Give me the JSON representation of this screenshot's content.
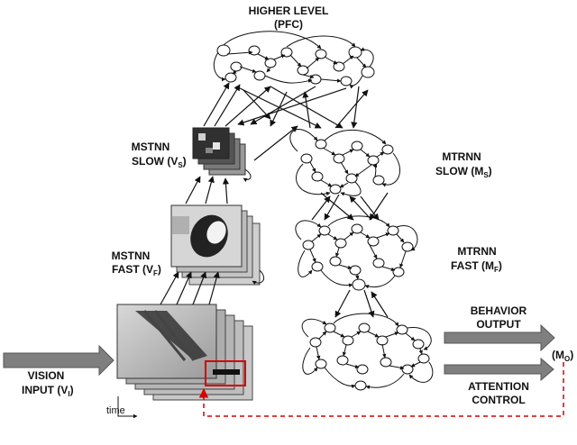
{
  "labels": {
    "higher_level": "HIGHER LEVEL",
    "pfc": "(PFC)",
    "mstnn_slow_1": "MSTNN",
    "mstnn_slow_2": "SLOW (V",
    "mstnn_slow_sub": "S",
    "mstnn_fast_1": "MSTNN",
    "mstnn_fast_2": "FAST (V",
    "mstnn_fast_sub": "F",
    "mtrnn_slow_1": "MTRNN",
    "mtrnn_slow_2": "SLOW (M",
    "mtrnn_slow_sub": "S",
    "mtrnn_fast_1": "MTRNN",
    "mtrnn_fast_2": "FAST (M",
    "mtrnn_fast_sub": "F",
    "vision_1": "VISION",
    "vision_2": "INPUT (V",
    "vision_sub": "I",
    "behavior_1": "BEHAVIOR",
    "behavior_2": "OUTPUT",
    "attention_1": "ATTENTION",
    "attention_2": "CONTROL",
    "mo": "(M",
    "mo_sub": "O",
    "time": "time",
    "close_paren": ")"
  },
  "colors": {
    "ink": "#111111",
    "arrow_fill": "#7f7f7f",
    "attention_box": "#d40000",
    "feedback_line": "#d40000"
  }
}
